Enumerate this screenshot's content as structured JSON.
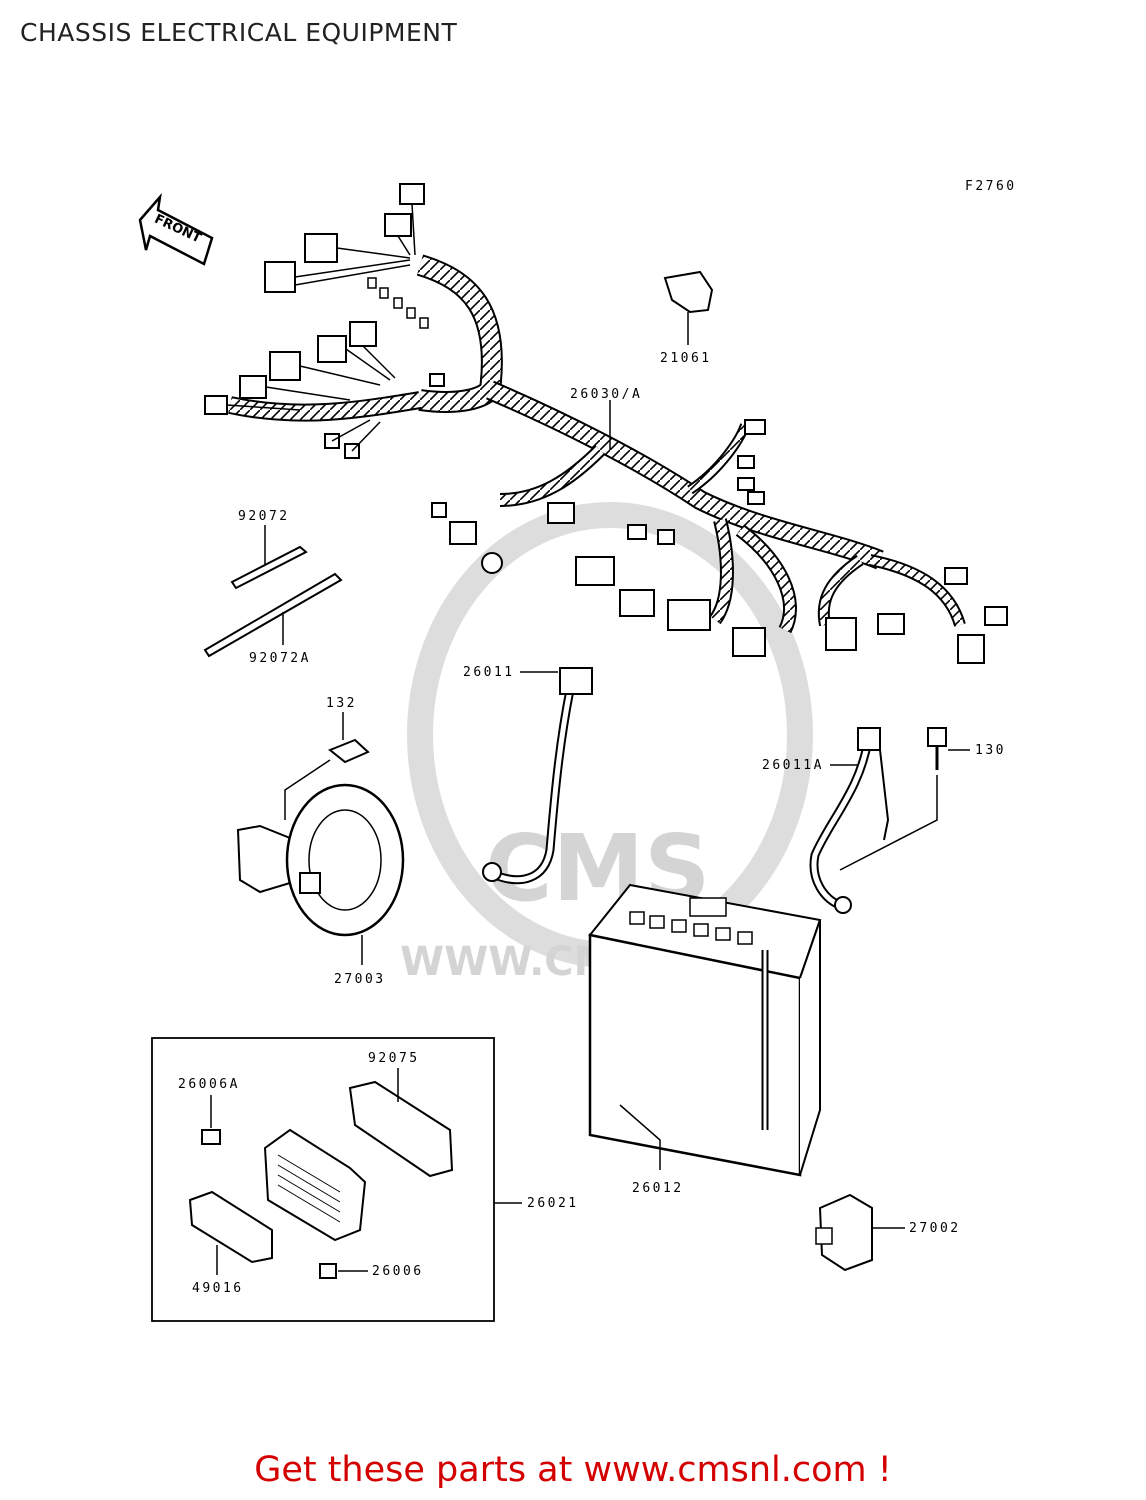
{
  "title": "CHASSIS ELECTRICAL EQUIPMENT",
  "figure_code": "F2760",
  "front_label": "FRONT",
  "watermark": {
    "brand": "CMS",
    "url": "WWW.CMSNL.COM"
  },
  "parts": {
    "p21061": "21061",
    "p26030A": "26030/A",
    "p92072": "92072",
    "p92072A": "92072A",
    "p26011": "26011",
    "p132": "132",
    "p26011A": "26011A",
    "p130": "130",
    "p27003": "27003",
    "p92075": "92075",
    "p26006A": "26006A",
    "p26021": "26021",
    "p26012": "26012",
    "p49016": "49016",
    "p26006": "26006",
    "p27002": "27002"
  },
  "footer": "Get these parts at www.cmsnl.com !"
}
